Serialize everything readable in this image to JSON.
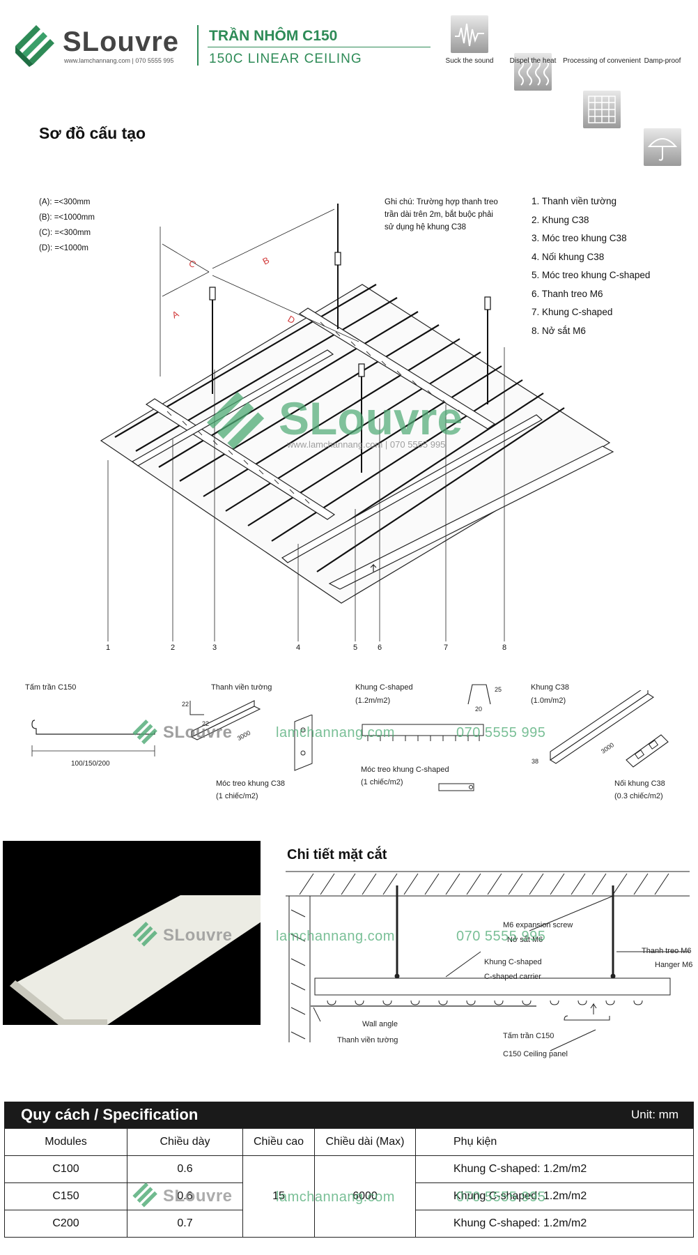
{
  "header": {
    "brand": "SLouvre",
    "brand_sub": "www.lamchannang.com  |  070 5555 995",
    "title_vi": "TRẦN NHÔM C150",
    "title_en": "150C LINEAR CEILING",
    "features": [
      {
        "icon": "sound-wave-icon",
        "label": "Suck the sound"
      },
      {
        "icon": "heat-icon",
        "label": "Dispel the heat"
      },
      {
        "icon": "grid-icon",
        "label": "Processing of convenient"
      },
      {
        "icon": "umbrella-icon",
        "label": "Damp-proof"
      }
    ]
  },
  "structure": {
    "title": "Sơ đồ cấu tạo",
    "dimensions": [
      "(A): =<300mm",
      "(B): =<1000mm",
      "(C): =<300mm",
      "(D): =<1000m"
    ],
    "note": [
      "Ghi chú: Trường hợp thanh treo",
      "trần dài trên 2m, bắt buộc phải",
      "sử dụng hệ khung C38"
    ],
    "legend": [
      "1. Thanh viền tường",
      "2. Khung C38",
      "3. Móc treo khung C38",
      "4. Nối khung C38",
      "5. Móc treo khung C-shaped",
      "6. Thanh treo M6",
      "7. Khung C-shaped",
      "8. Nở sắt M6"
    ],
    "callouts": [
      "1",
      "2",
      "3",
      "4",
      "5",
      "6",
      "7",
      "8"
    ],
    "dim_letters": [
      "A",
      "B",
      "C",
      "D"
    ]
  },
  "components": {
    "panel": {
      "label": "Tấm trần C150",
      "dim": "100/150/200"
    },
    "wall_angle": {
      "label": "Thanh viền tường",
      "d1": "22",
      "d2": "22",
      "len": "3000"
    },
    "c_carrier": {
      "label": "Khung C-shaped",
      "rate": "(1.2m/m2)",
      "h": "25",
      "w": "20"
    },
    "c38": {
      "label": "Khung C38",
      "rate": "(1.0m/m2)",
      "h": "38",
      "len": "3000"
    },
    "c38_hanger": {
      "label": "Móc treo khung C38",
      "rate": "(1 chiếc/m2)"
    },
    "c_hanger": {
      "label": "Móc treo khung C-shaped",
      "rate": "(1 chiếc/m2)"
    },
    "c38_joint": {
      "label": "Nối khung C38",
      "rate": "(0.3 chiếc/m2)"
    }
  },
  "section": {
    "title": "Chi tiết mặt cắt",
    "m6_screw_en": "M6 expansion screw",
    "m6_screw_vi": "Nở sắt M6",
    "hanger_vi": "Thanh treo M6",
    "hanger_en": "Hanger M6",
    "carrier_vi": "Khung C-shaped",
    "carrier_en": "C-shaped carrier",
    "wall_en": "Wall angle",
    "wall_vi": "Thanh viền tường",
    "panel_vi": "Tấm trần C150",
    "panel_en": "C150 Ceiling panel"
  },
  "watermark": {
    "brand": "SLouvre",
    "site": "www.lamchannang.com  |  070 5555 995",
    "domain": "lamchannang.com",
    "phone": "070 5555 995"
  },
  "spec": {
    "title": "Quy cách / Specification",
    "unit": "Unit: mm",
    "headers": [
      "Modules",
      "Chiều dày",
      "Chiều cao",
      "Chiều dài (Max)",
      "Phụ kiện"
    ],
    "rows": [
      {
        "module": "C100",
        "thickness": "0.6",
        "accessory": "Khung C-shaped: 1.2m/m2"
      },
      {
        "module": "C150",
        "thickness": "0.6",
        "accessory": "Khung C-shaped: 1.2m/m2"
      },
      {
        "module": "C200",
        "thickness": "0.7",
        "accessory": "Khung C-shaped: 1.2m/m2"
      }
    ],
    "height": "15",
    "length": "6000"
  },
  "colors": {
    "brand_green": "#2e8b57",
    "watermark_green": "#4daa74",
    "table_head": "#1a1a1a"
  }
}
